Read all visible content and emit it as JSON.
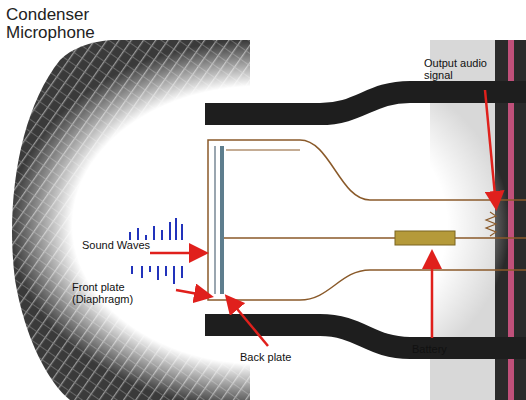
{
  "diagram": {
    "title": "Condenser Microphone",
    "labels": [
      "Output audio signal",
      "Sound Waves",
      "Front plate (Diaphragm)",
      "Back plate",
      "Battery"
    ]
  }
}
